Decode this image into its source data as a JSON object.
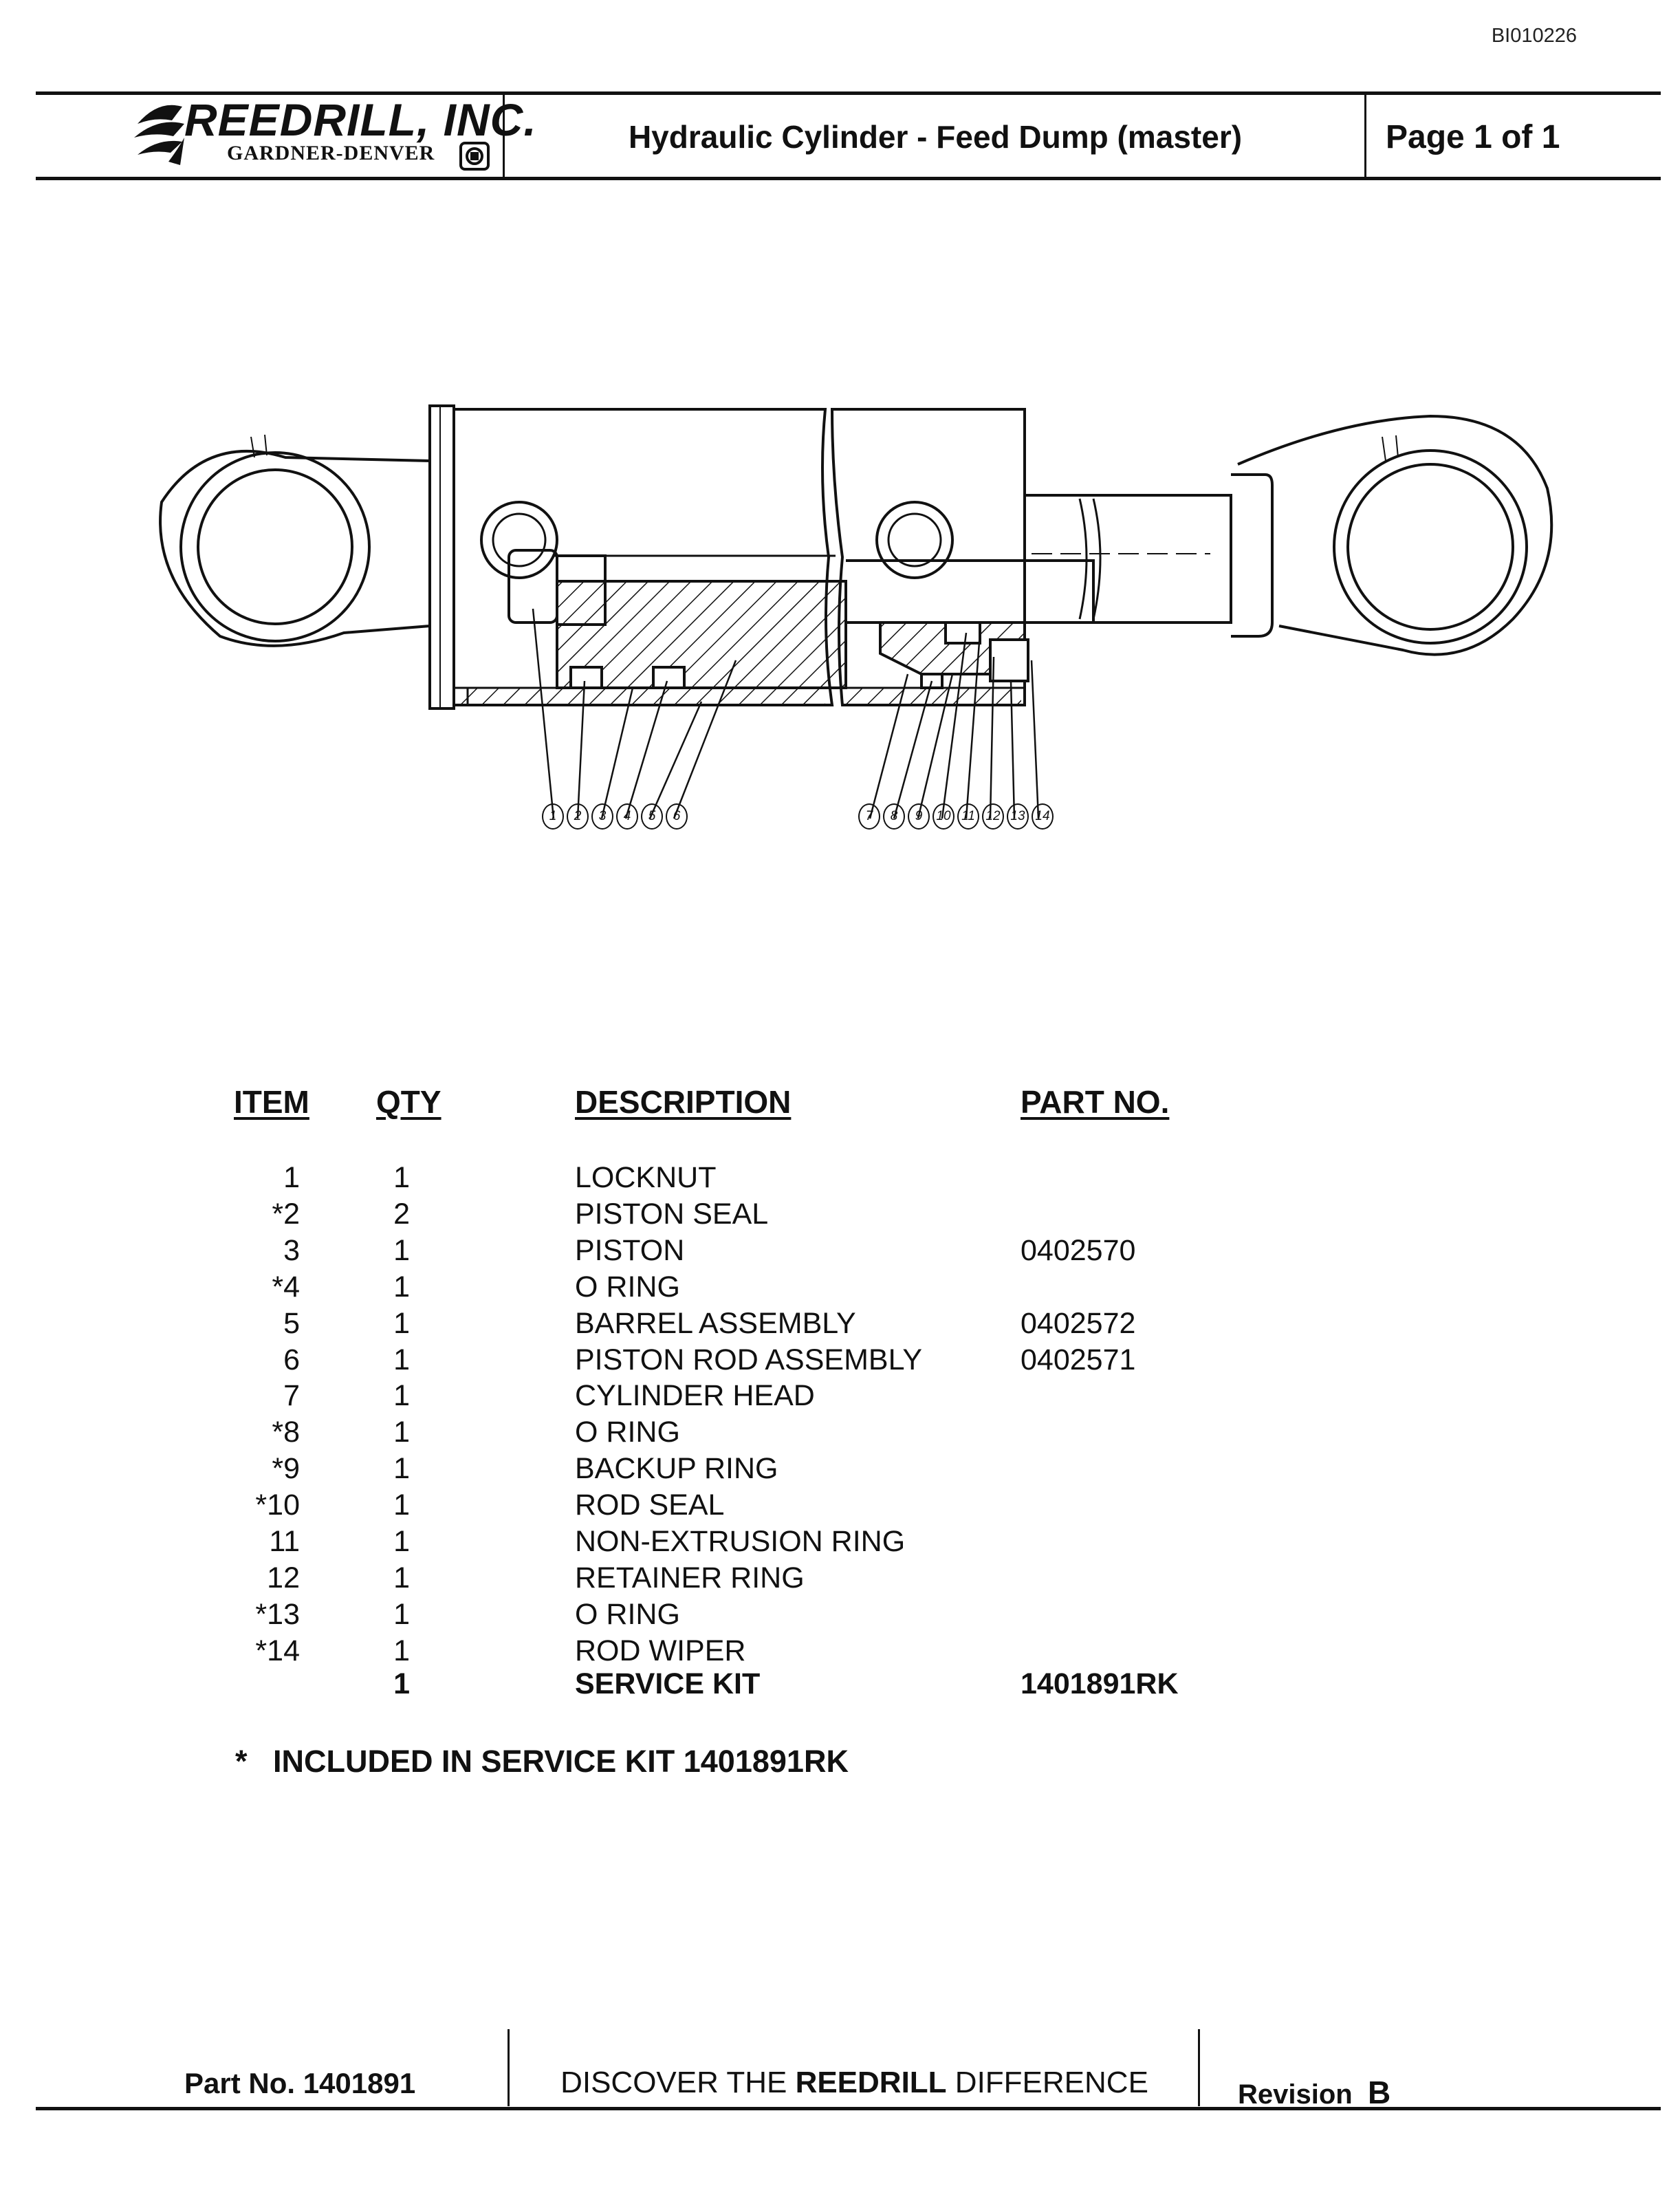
{
  "doc_id": "BI010226",
  "header": {
    "company": "REEDRILL, INC.",
    "division": "GARDNER-DENVER",
    "title": "Hydraulic Cylinder - Feed Dump (master)",
    "page": "Page 1 of 1"
  },
  "diagram": {
    "callouts_left": [
      "1",
      "2",
      "3",
      "4",
      "5",
      "6"
    ],
    "callouts_right": [
      "7",
      "8",
      "9",
      "10",
      "11",
      "12",
      "13",
      "14"
    ]
  },
  "table": {
    "headers": {
      "item": "ITEM",
      "qty": "QTY",
      "description": "DESCRIPTION",
      "part_no": "PART NO."
    },
    "rows": [
      {
        "item": "1",
        "qty": "1",
        "description": "LOCKNUT",
        "part_no": ""
      },
      {
        "item": "*2",
        "qty": "2",
        "description": "PISTON SEAL",
        "part_no": ""
      },
      {
        "item": "3",
        "qty": "1",
        "description": "PISTON",
        "part_no": "0402570"
      },
      {
        "item": "*4",
        "qty": "1",
        "description": "O RING",
        "part_no": ""
      },
      {
        "item": "5",
        "qty": "1",
        "description": "BARREL ASSEMBLY",
        "part_no": "0402572"
      },
      {
        "item": "6",
        "qty": "1",
        "description": "PISTON ROD ASSEMBLY",
        "part_no": "0402571"
      },
      {
        "item": "7",
        "qty": "1",
        "description": "CYLINDER HEAD",
        "part_no": ""
      },
      {
        "item": "*8",
        "qty": "1",
        "description": "O RING",
        "part_no": ""
      },
      {
        "item": "*9",
        "qty": "1",
        "description": "BACKUP RING",
        "part_no": ""
      },
      {
        "item": "*10",
        "qty": "1",
        "description": "ROD SEAL",
        "part_no": ""
      },
      {
        "item": "11",
        "qty": "1",
        "description": "NON-EXTRUSION RING",
        "part_no": ""
      },
      {
        "item": "12",
        "qty": "1",
        "description": "RETAINER RING",
        "part_no": ""
      },
      {
        "item": "*13",
        "qty": "1",
        "description": "O RING",
        "part_no": ""
      },
      {
        "item": "*14",
        "qty": "1",
        "description": "ROD WIPER",
        "part_no": ""
      }
    ],
    "kit_row": {
      "item": "",
      "qty": "1",
      "description": "SERVICE KIT",
      "part_no": "1401891RK"
    }
  },
  "note": "*   INCLUDED IN SERVICE KIT 1401891RK",
  "footer": {
    "part_no": "Part No. 1401891",
    "slogan_pre": "DISCOVER THE ",
    "slogan_brand": "REEDRILL",
    "slogan_post": " DIFFERENCE",
    "revision_label": "Revision",
    "revision_value": "B"
  }
}
